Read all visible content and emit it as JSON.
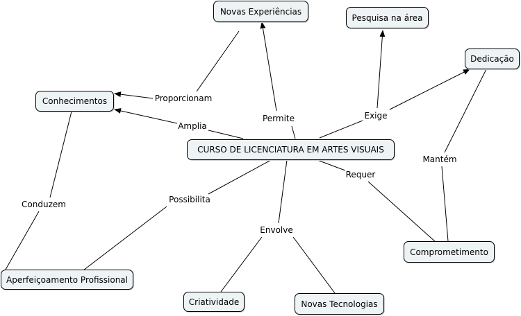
{
  "concepts": {
    "central": "CURSO DE LICENCIATURA EM ARTES VISUAIS",
    "novas_experiencias": "Novas Experiências",
    "pesquisa": "Pesquisa na área",
    "dedicacao": "Dedicação",
    "conhecimentos": "Conhecimentos",
    "comprometimento": "Comprometimento",
    "aperfeicoamento": "Aperfeiçoamento Profissional",
    "criatividade": "Criatividade",
    "novas_tecnologias": "Novas Tecnologias"
  },
  "links": {
    "proporcionam": "Proporcionam",
    "amplia": "Amplia",
    "permite": "Permite",
    "exige": "Exige",
    "requer": "Requer",
    "mantem": "Mantém",
    "possibilita": "Possibilita",
    "envolve": "Envolve",
    "conduzem": "Conduzem"
  },
  "colors": {
    "node_fill": "#eef3f5",
    "line": "#000000"
  }
}
